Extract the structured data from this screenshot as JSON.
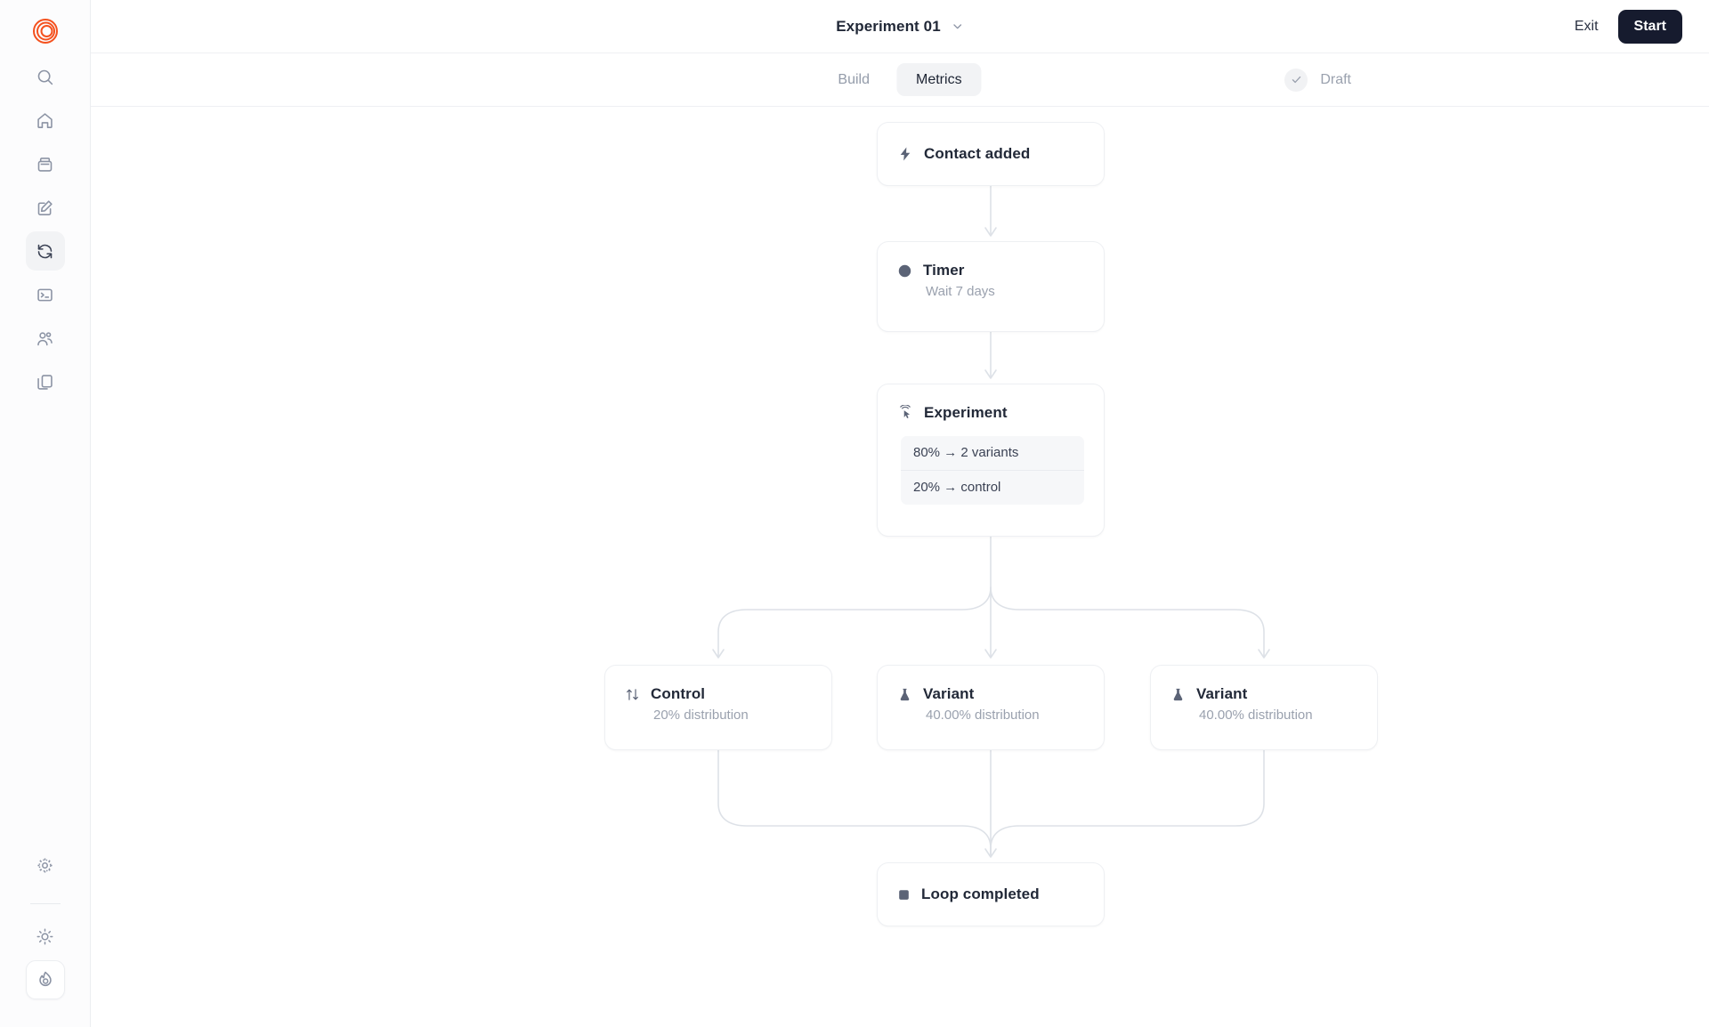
{
  "brand": {
    "logo_icon": "spiral-logo-icon",
    "accent": "#f4511e"
  },
  "sidebar": {
    "items": [
      {
        "icon": "search-icon",
        "name": "search"
      },
      {
        "icon": "home-icon",
        "name": "home"
      },
      {
        "icon": "inbox-icon",
        "name": "inbox"
      },
      {
        "icon": "compose-icon",
        "name": "compose"
      },
      {
        "icon": "sync-icon",
        "name": "automations",
        "active": true
      },
      {
        "icon": "terminal-icon",
        "name": "terminal"
      },
      {
        "icon": "users-icon",
        "name": "contacts"
      },
      {
        "icon": "documents-icon",
        "name": "documents"
      }
    ],
    "footer": [
      {
        "icon": "gear-icon",
        "name": "settings"
      },
      {
        "icon": "sun-icon",
        "name": "theme"
      },
      {
        "icon": "flame-icon",
        "name": "activity"
      }
    ]
  },
  "header": {
    "title": "Experiment 01",
    "chevron_icon": "chevron-down-icon",
    "exit_label": "Exit",
    "start_label": "Start",
    "start_bg": "#161b2e"
  },
  "tabs": {
    "items": [
      {
        "label": "Build",
        "active": false
      },
      {
        "label": "Metrics",
        "active": true
      }
    ],
    "status": {
      "label": "Draft",
      "icon": "check-icon"
    }
  },
  "flow": {
    "nodes": {
      "trigger": {
        "title": "Contact added",
        "icon": "bolt-icon",
        "subtitle": ""
      },
      "timer": {
        "title": "Timer",
        "icon": "clock-icon",
        "subtitle": "Wait 7 days"
      },
      "experiment": {
        "title": "Experiment",
        "icon": "click-icon",
        "splits": [
          {
            "text": "80% → 2 variants"
          },
          {
            "text": "20% → control"
          }
        ]
      },
      "control": {
        "title": "Control",
        "icon": "arrows-updown-icon",
        "subtitle": "20% distribution"
      },
      "variant1": {
        "title": "Variant",
        "icon": "flask-icon",
        "subtitle": "40.00% distribution"
      },
      "variant2": {
        "title": "Variant",
        "icon": "flask-icon",
        "subtitle": "40.00% distribution"
      },
      "end": {
        "title": "Loop completed",
        "icon": "stop-square-icon",
        "subtitle": ""
      }
    },
    "edge_color": "#dde1e7"
  }
}
